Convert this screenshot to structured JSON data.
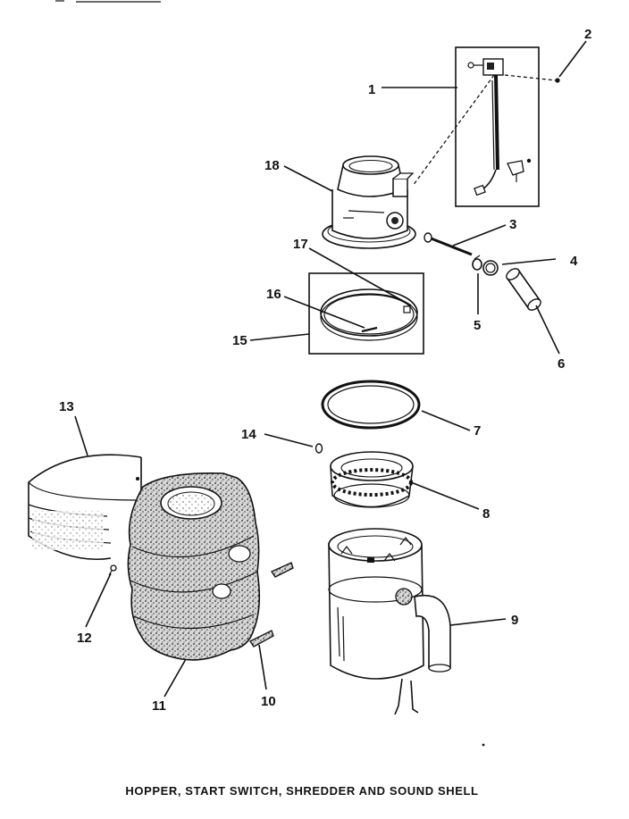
{
  "caption": "HOPPER, START SWITCH, SHREDDER AND SOUND SHELL",
  "callouts": {
    "c1": "1",
    "c2": "2",
    "c3": "3",
    "c4": "4",
    "c5": "5",
    "c6": "6",
    "c7": "7",
    "c8": "8",
    "c9": "9",
    "c10": "10",
    "c11": "11",
    "c12": "12",
    "c13": "13",
    "c14": "14",
    "c15": "15",
    "c16": "16",
    "c17": "17",
    "c18": "18"
  },
  "icons": [
    "start-switch-assembly",
    "hopper",
    "sound-shell",
    "shredder",
    "clamp-ring",
    "gasket",
    "motor-housing"
  ]
}
